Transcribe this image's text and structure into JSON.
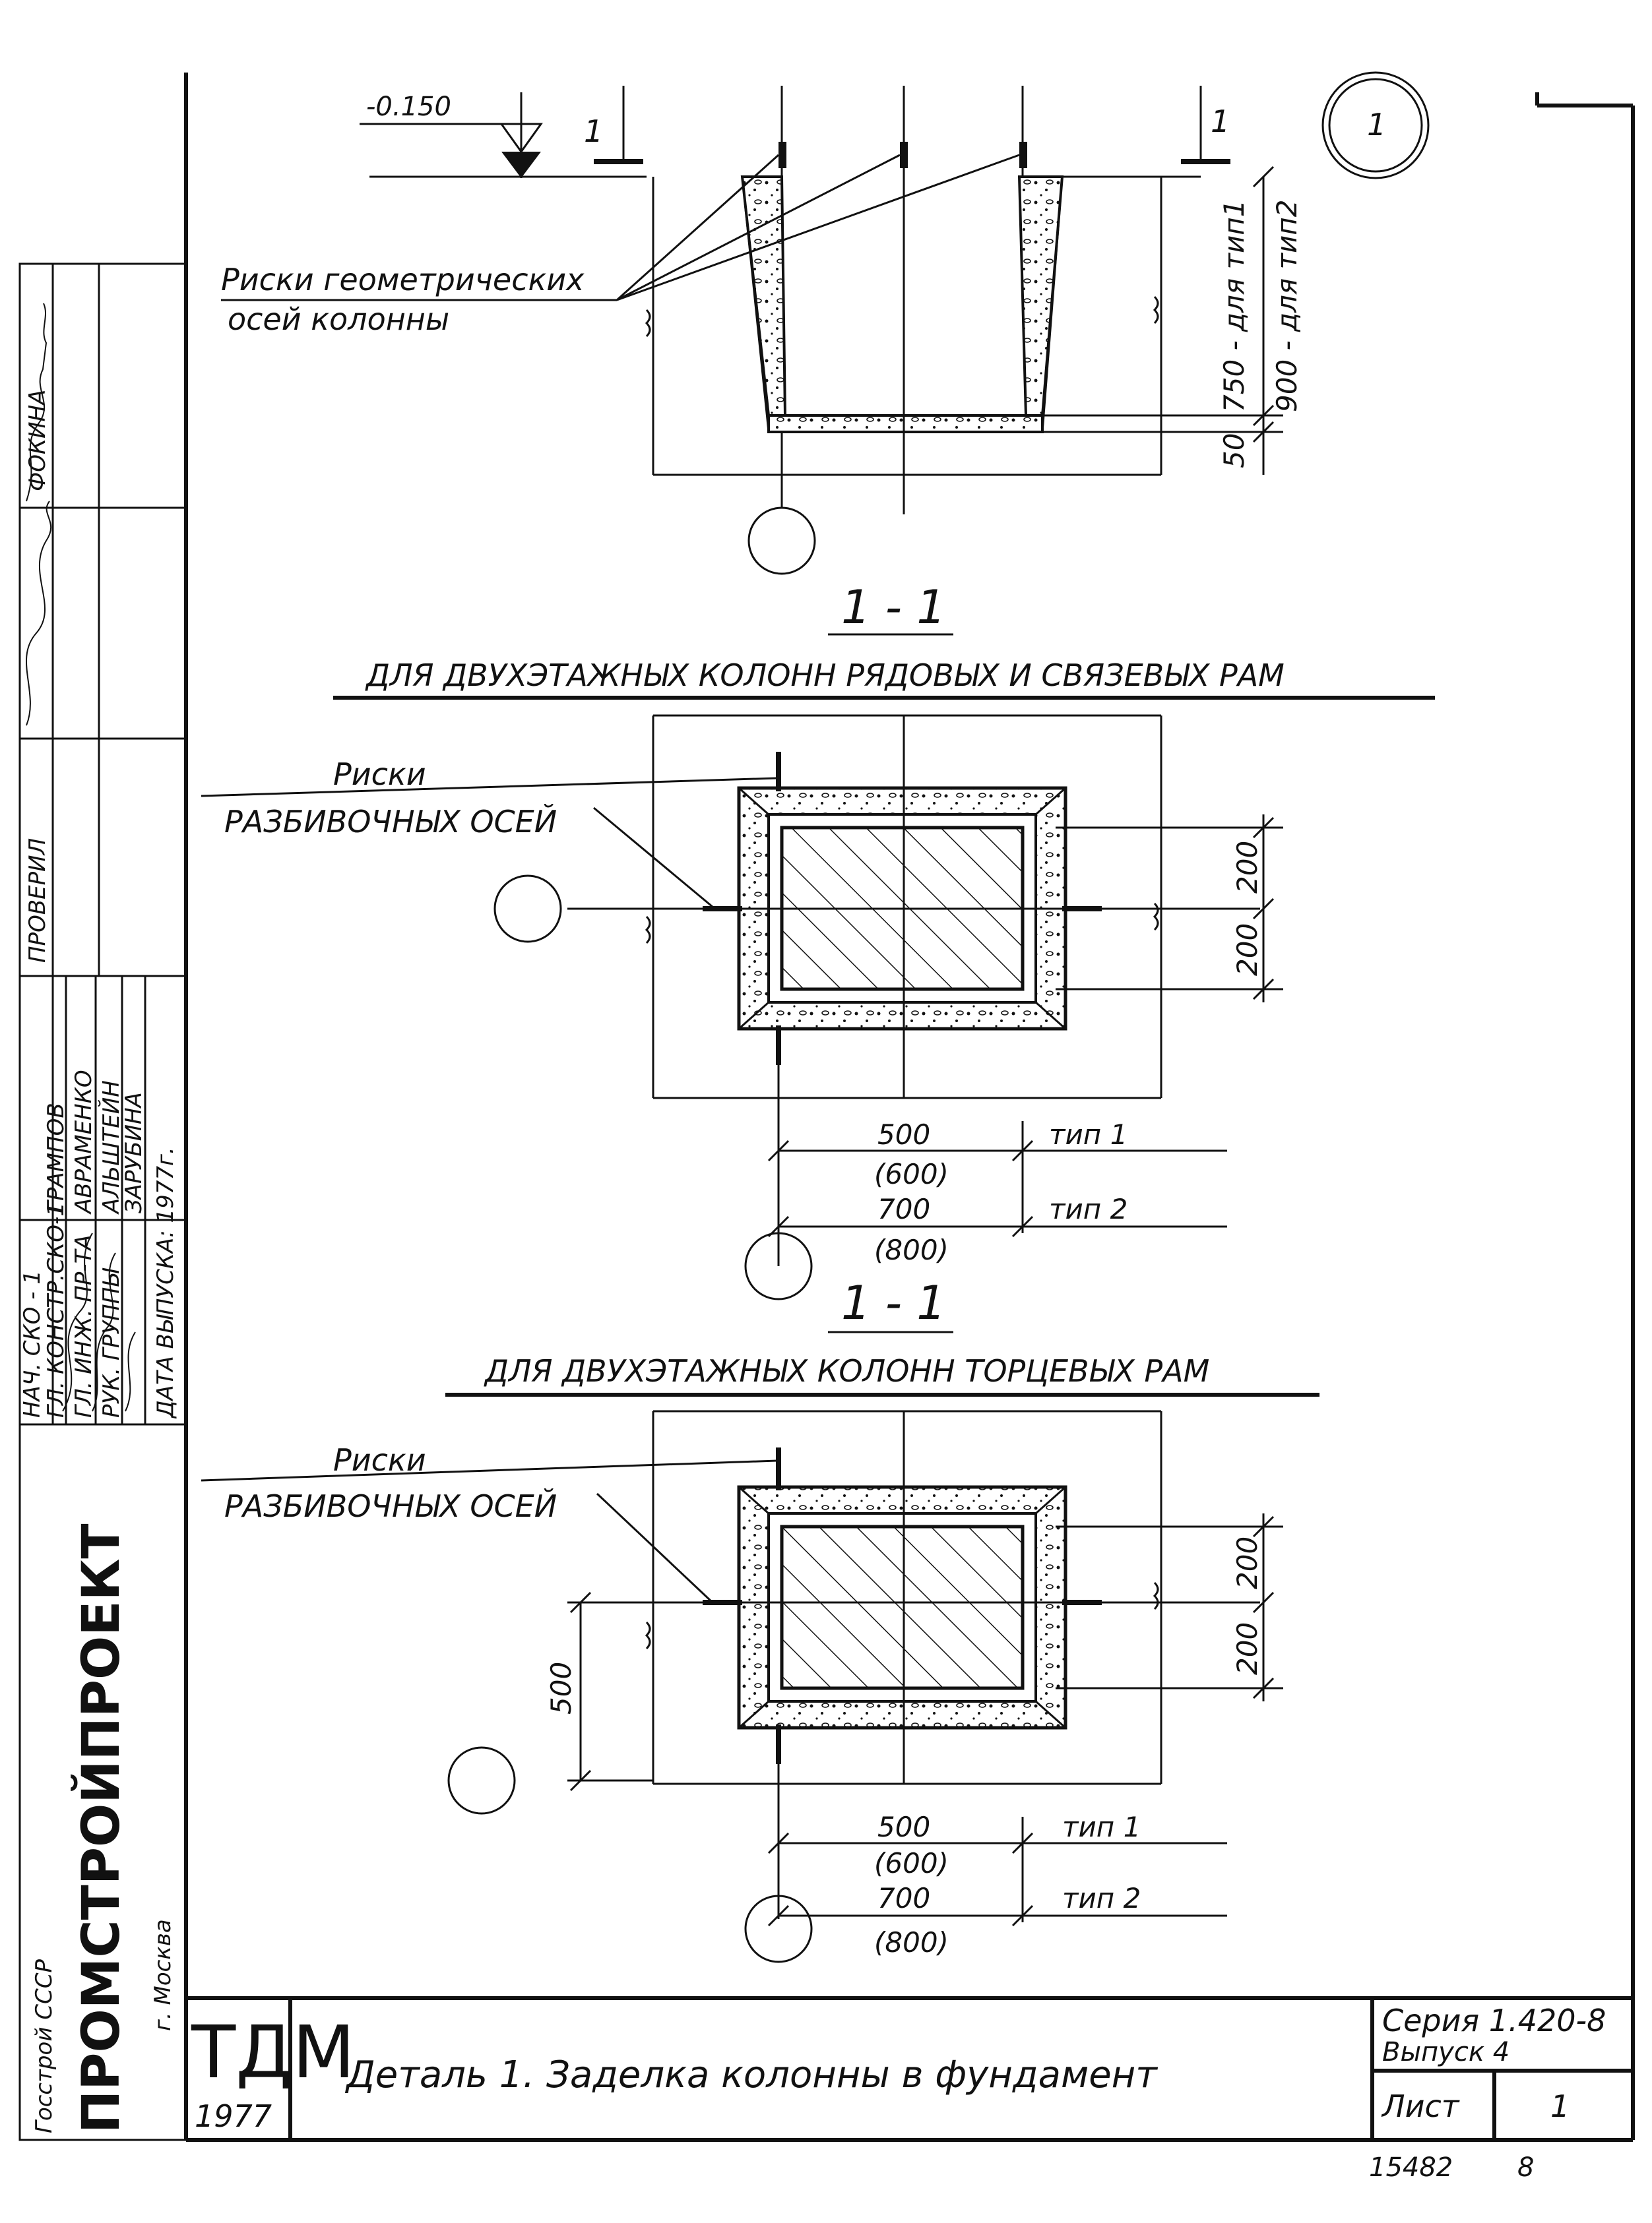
{
  "elevation": {
    "mark": "-0.150"
  },
  "section_marks": {
    "left": "1",
    "right": "1",
    "detail_circle": "1"
  },
  "top_view": {
    "label_line1": "Риски геометрических",
    "label_line2": "осей колонны",
    "dim_type1": "750 - для тип1",
    "dim_type2": "900 - для тип2",
    "dim_bottom": "50"
  },
  "section_1": {
    "number": "1 - 1",
    "title": "ДЛЯ ДВУХЭТАЖНЫХ КОЛОНН РЯДОВЫХ И СВЯЗЕВЫХ РАМ",
    "label_line1": "Риски",
    "label_line2": "РАЗБИВОЧНЫХ ОСЕЙ",
    "dim_right_top": "200",
    "dim_right_bottom": "200",
    "dim_w1": "500",
    "dim_w1_alt": "(600)",
    "dim_w2": "700",
    "dim_w2_alt": "(800)",
    "type1": "тип 1",
    "type2": "тип 2"
  },
  "section_2": {
    "number": "1 - 1",
    "title": "ДЛЯ ДВУХЭТАЖНЫХ КОЛОНН ТОРЦЕВЫХ РАМ",
    "label_line1": "Риски",
    "label_line2": "РАЗБИВОЧНЫХ ОСЕЙ",
    "dim_left": "500",
    "dim_right_top": "200",
    "dim_right_bottom": "200",
    "dim_w1": "500",
    "dim_w1_alt": "(600)",
    "dim_w2": "700",
    "dim_w2_alt": "(800)",
    "type1": "тип 1",
    "type2": "тип 2"
  },
  "stamp": {
    "roles": [
      "НАЧ. СКО - 1",
      "ГЛ. КОНСТР.СКО-1",
      "ГЛ. ИНЖ. ПР-ТА",
      "РУК. ГРУППЫ"
    ],
    "names": [
      "ГРАМПОВ",
      "АВРАМЕНКО",
      "АЛЬШТЕЙН",
      "ЗАРУБИНА"
    ],
    "checked_label": "ПРОВЕРИЛ",
    "fokina": "ФОКИНА",
    "date": "ДАТА ВЫПУСКА: 1977г.",
    "org_line1": "Госстрой СССР",
    "org_line2": "ПРОМСТРОЙПРОЕКТ",
    "org_line3": "г. Москва"
  },
  "title_block": {
    "logo": "ТДМ",
    "year": "1977",
    "title": "Деталь 1.  Заделка колонны в фундамент",
    "series": "Серия 1.420-8",
    "issue": "Выпуск  4",
    "sheet_label": "Лист",
    "sheet_number": "1"
  },
  "footer": {
    "code": "15482",
    "page": "8"
  }
}
